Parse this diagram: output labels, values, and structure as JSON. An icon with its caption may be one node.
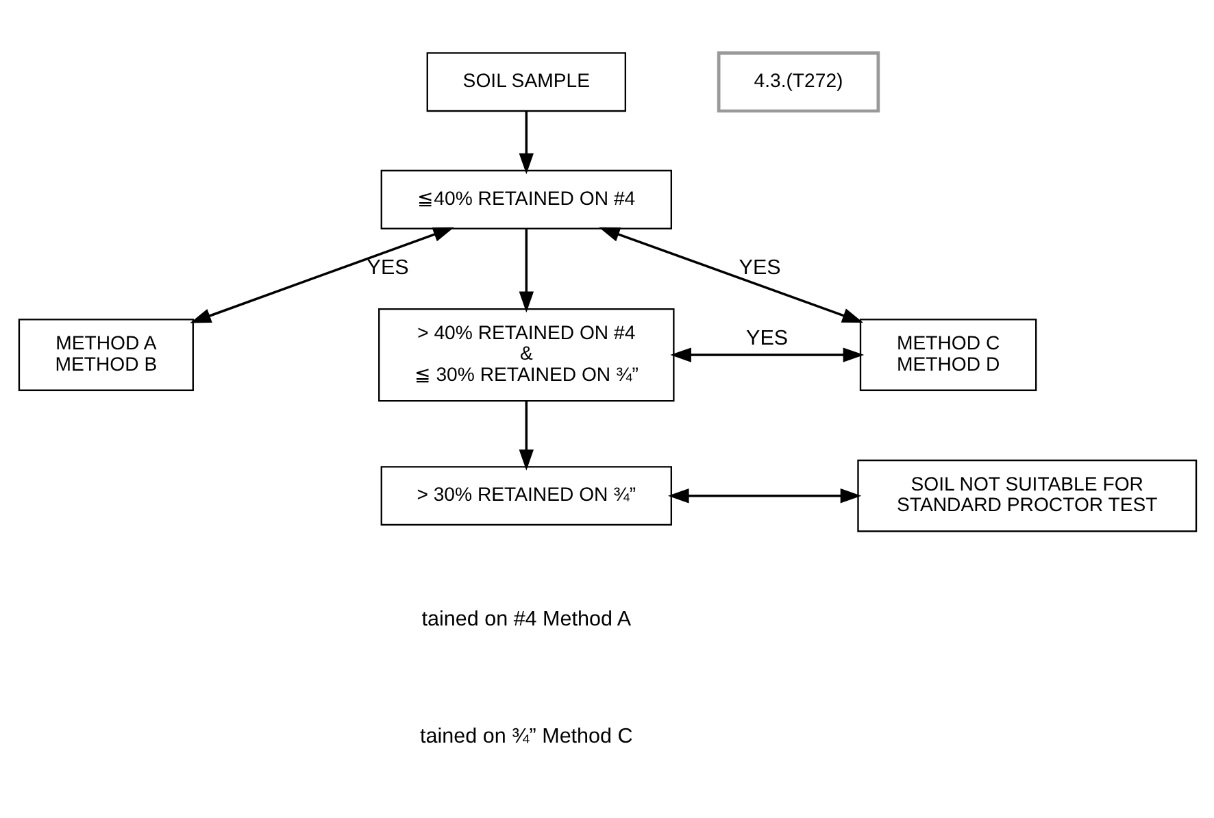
{
  "diagram": {
    "nodes": [
      {
        "text": [
          "SOIL SAMPLE"
        ]
      },
      {
        "text": [
          "4.3.(T272)"
        ]
      },
      {
        "text": [
          "≦40% RETAINED ON #4"
        ]
      },
      {
        "text": [
          "> 40% RETAINED ON #4",
          "&",
          "≦ 30% RETAINED ON ¾”"
        ]
      },
      {
        "text": [
          "METHOD C",
          "METHOD D"
        ]
      },
      {
        "text": [
          "METHOD A",
          "METHOD B"
        ]
      },
      {
        "text": [
          "> 30% RETAINED ON ¾”"
        ]
      },
      {
        "text": [
          "SOIL NOT SUITABLE FOR STANDARD PROCTOR TEST"
        ]
      }
    ],
    "edges": [
      {
        "from": 0,
        "to": 2,
        "arrow": "to"
      },
      {
        "from": 2,
        "to": 3,
        "arrow": "to"
      },
      {
        "from": 3,
        "to": 6,
        "arrow": "to"
      },
      {
        "from": 5,
        "to": 2,
        "arrow": "both",
        "label": "YES"
      },
      {
        "from": 4,
        "to": 2,
        "arrow": "both",
        "label": "YES"
      },
      {
        "from": 4,
        "to": 3,
        "arrow": "both",
        "label": "YES"
      },
      {
        "from": 6,
        "to": 7,
        "arrow": "both"
      }
    ],
    "labels": [
      "tained on #4 Method A",
      "tained on ¾” Method C"
    ]
  }
}
